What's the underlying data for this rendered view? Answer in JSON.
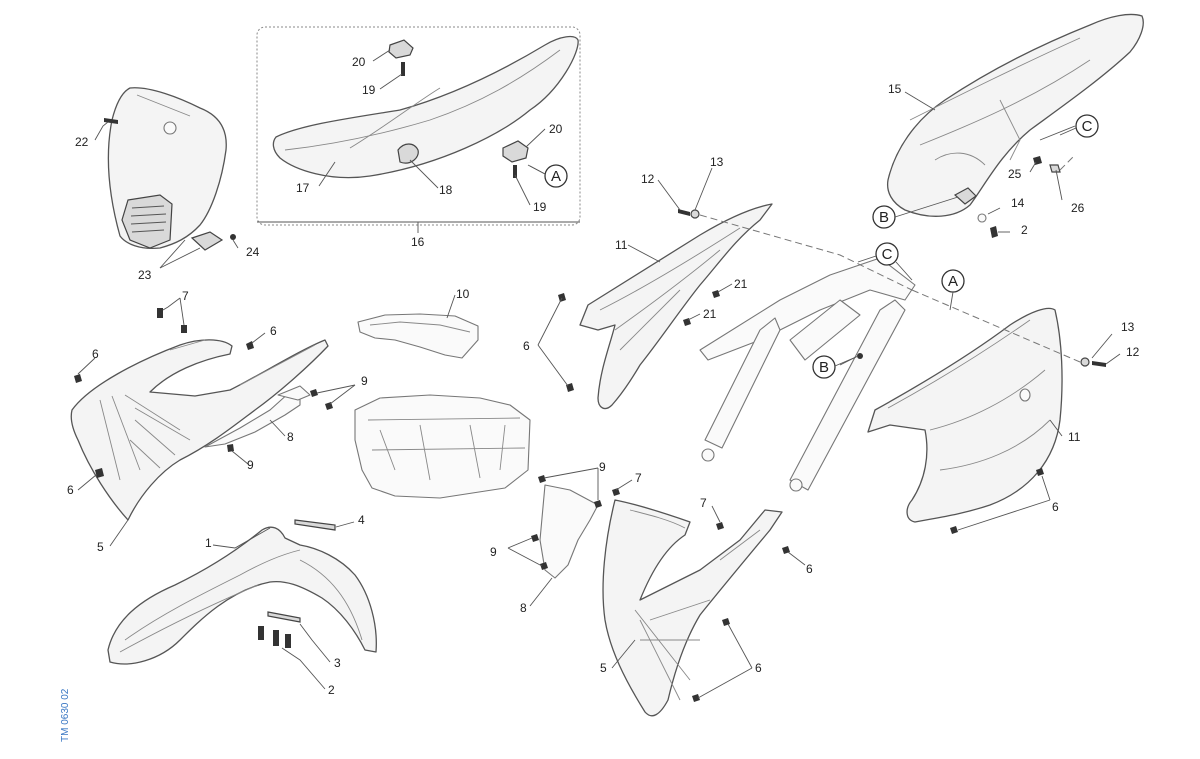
{
  "diagram": {
    "reference_code": "TM 0630 02",
    "part_numbers": {
      "p1": "1",
      "p2": "2",
      "p2b": "2",
      "p3": "3",
      "p4": "4",
      "p5a": "5",
      "p5b": "5",
      "p6a": "6",
      "p6b": "6",
      "p6c": "6",
      "p6d": "6",
      "p6e": "6",
      "p6f": "6",
      "p6g": "6",
      "p7a": "7",
      "p7b": "7",
      "p7c": "7",
      "p8a": "8",
      "p8b": "8",
      "p9a": "9",
      "p9b": "9",
      "p9c": "9",
      "p9d": "9",
      "p10": "10",
      "p11a": "11",
      "p11b": "11",
      "p12a": "12",
      "p12b": "12",
      "p13a": "13",
      "p13b": "13",
      "p14": "14",
      "p15": "15",
      "p16": "16",
      "p17": "17",
      "p18": "18",
      "p19a": "19",
      "p19b": "19",
      "p20a": "20",
      "p20b": "20",
      "p21a": "21",
      "p21b": "21",
      "p22": "22",
      "p23": "23",
      "p24": "24",
      "p25": "25",
      "p26": "26"
    },
    "callouts": {
      "a1": "A",
      "a2": "A",
      "b1": "B",
      "b2": "B",
      "c1": "C",
      "c2": "C"
    }
  }
}
